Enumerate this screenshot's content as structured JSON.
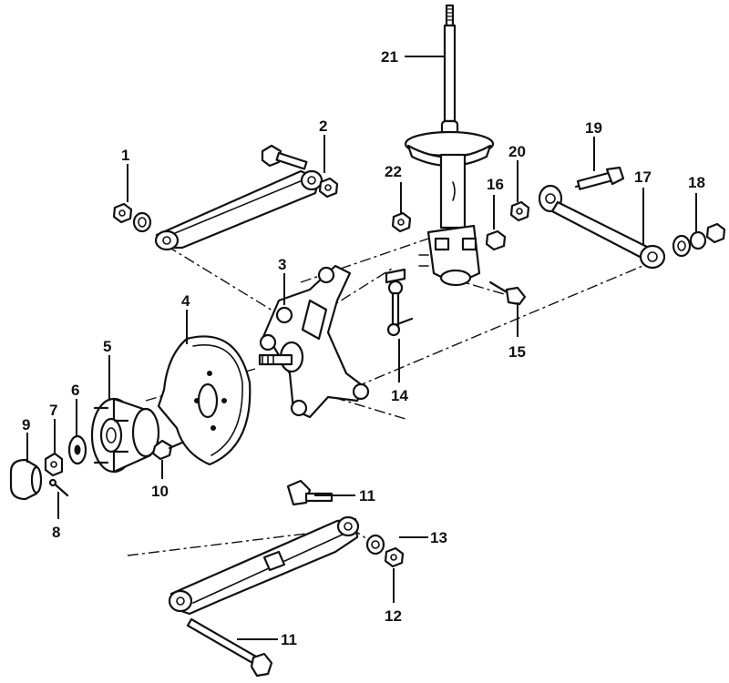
{
  "diagram": {
    "callouts": [
      "1",
      "2",
      "3",
      "4",
      "5",
      "6",
      "7",
      "8",
      "9",
      "10",
      "11",
      "11",
      "12",
      "13",
      "14",
      "15",
      "16",
      "17",
      "18",
      "19",
      "20",
      "21",
      "22"
    ]
  },
  "colors": {
    "ink": "#111111",
    "paper": "#ffffff"
  }
}
